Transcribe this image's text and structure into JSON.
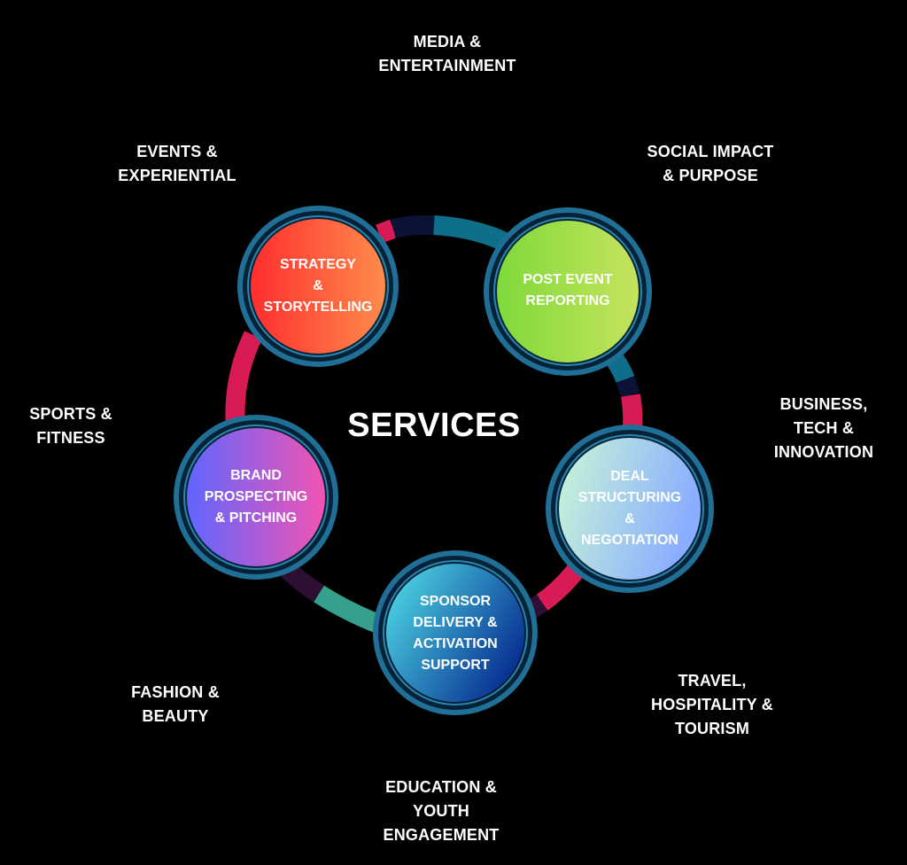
{
  "diagram": {
    "title": "SERVICES",
    "nodes": [
      {
        "label": "STRATEGY\n&\nSTORYTELLING",
        "gradient": [
          "#ff3030",
          "#ff8a4a"
        ]
      },
      {
        "label": "POST EVENT\nREPORTING",
        "gradient": [
          "#86dc3c",
          "#c4e45a"
        ]
      },
      {
        "label": "DEAL\nSTRUCTURING\n&\nNEGOTIATION",
        "gradient": [
          "#c8f5d8",
          "#8fb0ff"
        ]
      },
      {
        "label": "SPONSOR\nDELIVERY &\nACTIVATION\nSUPPORT",
        "gradient": [
          "#4fe0e8",
          "#0a3a9a"
        ]
      },
      {
        "label": "BRAND\nPROSPECTING\n& PITCHING",
        "gradient": [
          "#6a6cff",
          "#ee55b8"
        ]
      }
    ],
    "sectors": [
      {
        "label": "MEDIA &\nENTERTAINMENT"
      },
      {
        "label": "SOCIAL IMPACT\n& PURPOSE"
      },
      {
        "label": "BUSINESS,\nTECH &\nINNOVATION"
      },
      {
        "label": "TRAVEL,\nHOSPITALITY &\nTOURISM"
      },
      {
        "label": "EDUCATION &\nYOUTH\nENGAGEMENT"
      },
      {
        "label": "FASHION &\nBEAUTY"
      },
      {
        "label": "SPORTS &\nFITNESS"
      },
      {
        "label": "EVENTS &\nEXPERIENTIAL"
      }
    ],
    "colors": {
      "background": "#000000",
      "ring_pink": "#d81b55",
      "ring_teal": "#0f6f8a",
      "ring_dark_navy": "#0a1236",
      "ring_green_teal": "#35a08c",
      "ring_dark_purple": "#2c0f33",
      "node_border": "#1f6f96"
    }
  }
}
